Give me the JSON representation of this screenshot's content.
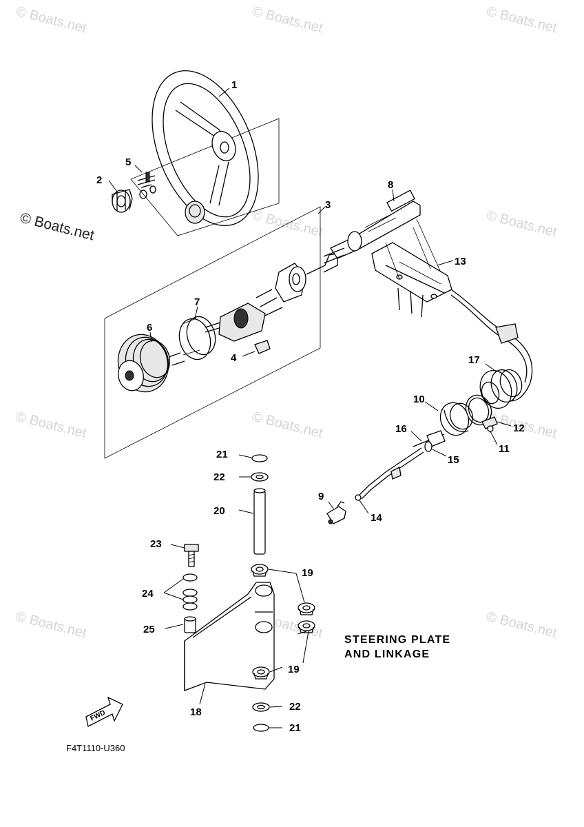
{
  "watermark": "© Boats.net",
  "title_line1": "STEERING PLATE",
  "title_line2": "AND LINKAGE",
  "diagram_code": "F4T1110-U360",
  "fwd_label": "FWD",
  "callouts": {
    "c1": "1",
    "c2": "2",
    "c3": "3",
    "c4": "4",
    "c5": "5",
    "c6": "6",
    "c7": "7",
    "c8": "8",
    "c9": "9",
    "c10": "10",
    "c11": "11",
    "c12": "12",
    "c13": "13",
    "c14": "14",
    "c15": "15",
    "c16": "16",
    "c17": "17",
    "c18": "18",
    "c19a": "19",
    "c19b": "19",
    "c20": "20",
    "c21a": "21",
    "c21b": "21",
    "c22a": "22",
    "c22b": "22",
    "c23": "23",
    "c24": "24",
    "c25": "25"
  }
}
